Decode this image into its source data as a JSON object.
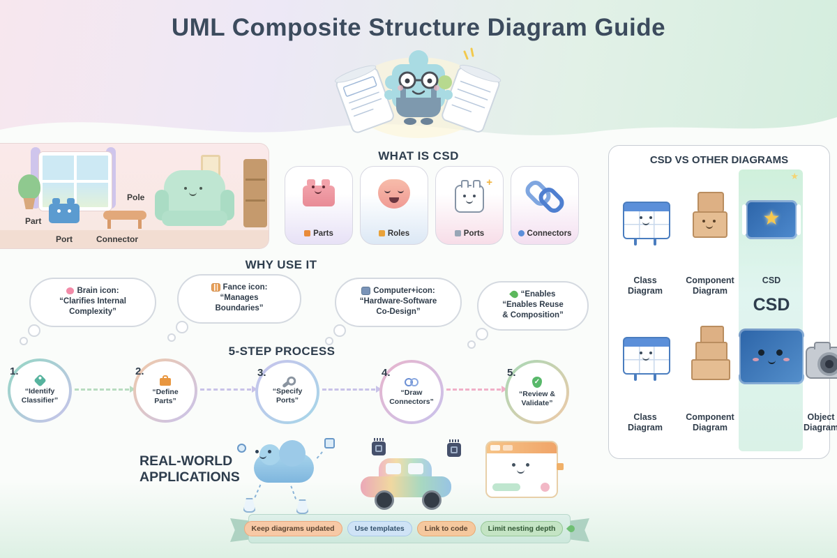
{
  "title": "UML Composite Structure Diagram Guide",
  "room": {
    "part": "Part",
    "port": "Port",
    "pole": "Pole",
    "connector": "Connector"
  },
  "what_is_csd": {
    "heading": "WHAT IS CSD",
    "cards": [
      {
        "label": "Parts",
        "icon": "brick-icon"
      },
      {
        "label": "Roles",
        "icon": "mask-icon"
      },
      {
        "label": "Ports",
        "icon": "plug-icon"
      },
      {
        "label": "Connectors",
        "icon": "chain-icon"
      }
    ]
  },
  "csd_vs_other": {
    "heading": "CSD VS OTHER DIAGRAMS",
    "row1": [
      "Class Diagram",
      "Component Diagram",
      "CSD"
    ],
    "csd_big": "CSD",
    "row2": [
      "Class Diagram",
      "Component Diagram",
      "Object Diagram"
    ]
  },
  "why_use_it": {
    "heading": "WHY USE IT",
    "clouds": [
      {
        "icon": "brain-icon",
        "line1": "Brain icon:",
        "line2": "“Clarifies Internal",
        "line3": "Complexity”"
      },
      {
        "icon": "fence-icon",
        "line1": "Fance icon:",
        "line2": "“Manages",
        "line3": "Boundaries”"
      },
      {
        "icon": "computer-icon",
        "line1": "Computer+icon:",
        "line2": "“Hardware-Software",
        "line3": "Co-Design”"
      },
      {
        "icon": "recycle-icon",
        "line1": "“Enables",
        "line2": "“Enables Reuse",
        "line3": "& Composition”"
      }
    ]
  },
  "process": {
    "heading": "5-STEP PROCESS",
    "steps": [
      {
        "num": "1.",
        "label": "“Identify Classifier”",
        "icon": "tag-icon"
      },
      {
        "num": "2.",
        "label": "“Define Parts”",
        "icon": "briefcase-icon"
      },
      {
        "num": "3.",
        "label": "“Specify Ports”",
        "icon": "wrench-icon"
      },
      {
        "num": "4.",
        "label": "“Draw Connectors”",
        "icon": "link-icon"
      },
      {
        "num": "5.",
        "label": "“Review & Validate”",
        "icon": "shield-check-icon"
      }
    ]
  },
  "real_world": {
    "line1": "REAL-WORLD",
    "line2": "APPLICATIONS"
  },
  "ribbon": {
    "pills": [
      {
        "label": "Keep diagrams updated"
      },
      {
        "label": "Use templates"
      },
      {
        "label": "Link to code"
      },
      {
        "label": "Limit nesting depth"
      }
    ]
  },
  "colors": {
    "title_text": "#3c4b5d",
    "heading_text": "#2e3d4d",
    "mint_highlight": "#cfeadd",
    "blueprint_blue": "#2f6bb0",
    "star_gold": "#f6c84e"
  }
}
